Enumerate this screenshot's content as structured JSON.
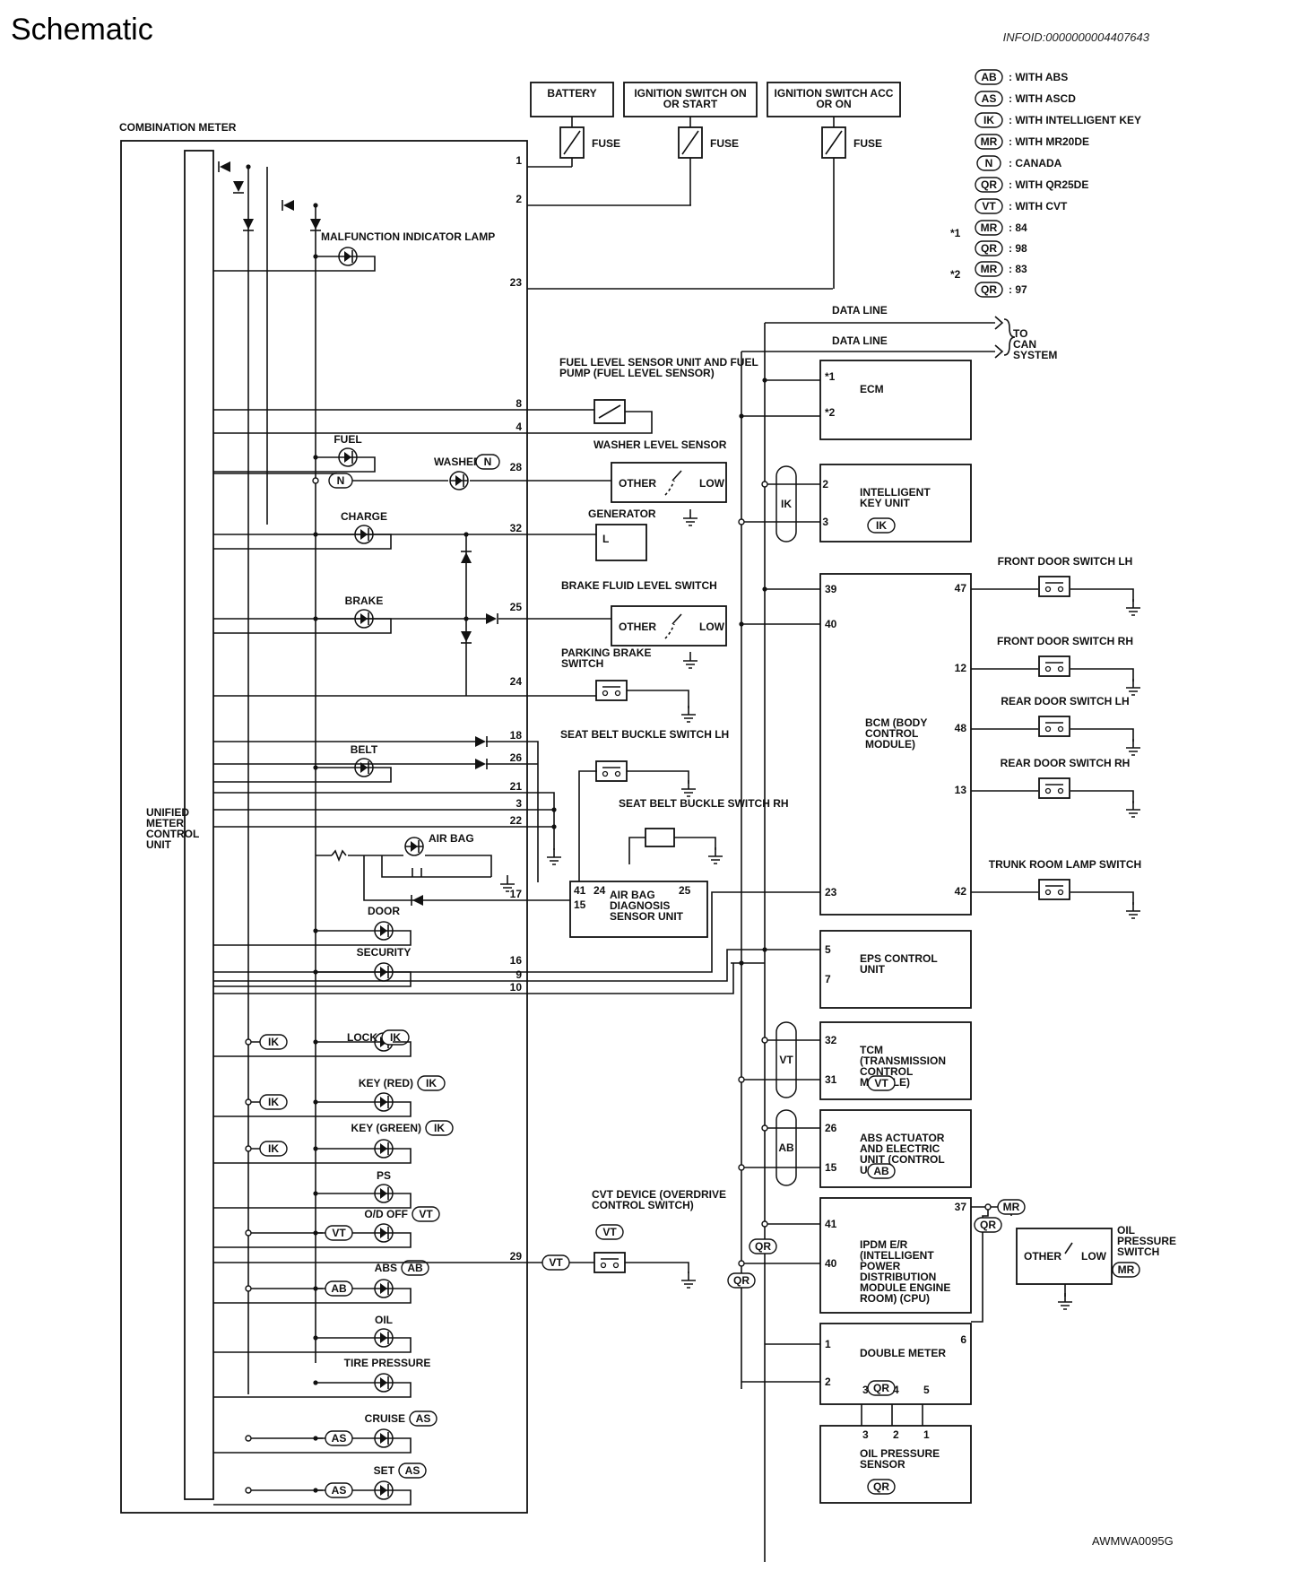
{
  "page": {
    "title": "Schematic",
    "infoid": "INFOID:0000000004407643",
    "footer": "AWMWA0095G"
  },
  "legend": [
    {
      "code": "AB",
      "text": ": WITH ABS"
    },
    {
      "code": "AS",
      "text": ": WITH ASCD"
    },
    {
      "code": "IK",
      "text": ": WITH INTELLIGENT KEY"
    },
    {
      "code": "MR",
      "text": ": WITH MR20DE"
    },
    {
      "code": "N",
      "text": ": CANADA"
    },
    {
      "code": "QR",
      "text": ": WITH QR25DE"
    },
    {
      "code": "VT",
      "text": ": WITH CVT"
    }
  ],
  "footnotes": [
    {
      "mark": "*1",
      "items": [
        {
          "code": "MR",
          "text": ": 84"
        },
        {
          "code": "QR",
          "text": ": 98"
        }
      ]
    },
    {
      "mark": "*2",
      "items": [
        {
          "code": "MR",
          "text": ": 83"
        },
        {
          "code": "QR",
          "text": ": 97"
        }
      ]
    }
  ],
  "power": [
    {
      "name": "battery",
      "label": "BATTERY"
    },
    {
      "name": "ign-on",
      "label": "IGNITION SWITCH ON OR START"
    },
    {
      "name": "ign-acc",
      "label": "IGNITION SWITCH ACC OR ON"
    }
  ],
  "fuse_label": "FUSE",
  "meter": {
    "label": "COMBINATION METER",
    "unit": "UNIFIED METER CONTROL UNIT"
  },
  "meter_pins": [
    "1",
    "2",
    "23",
    "8",
    "4",
    "28",
    "32",
    "25",
    "24",
    "18",
    "26",
    "21",
    "3",
    "22",
    "17",
    "16",
    "9",
    "10",
    "29"
  ],
  "lamps": [
    {
      "name": "malfunction",
      "label": "MALFUNCTION INDICATOR LAMP"
    },
    {
      "name": "fuel",
      "label": "FUEL"
    },
    {
      "name": "washer",
      "label": "WASHER",
      "code": "N"
    },
    {
      "name": "charge",
      "label": "CHARGE"
    },
    {
      "name": "brake",
      "label": "BRAKE"
    },
    {
      "name": "belt",
      "label": "BELT"
    },
    {
      "name": "airbag",
      "label": "AIR BAG"
    },
    {
      "name": "door",
      "label": "DOOR"
    },
    {
      "name": "security",
      "label": "SECURITY"
    },
    {
      "name": "lock",
      "label": "LOCK",
      "code": "IK"
    },
    {
      "name": "key-red",
      "label": "KEY (RED)",
      "code": "IK"
    },
    {
      "name": "key-green",
      "label": "KEY (GREEN)",
      "code": "IK"
    },
    {
      "name": "ps",
      "label": "PS"
    },
    {
      "name": "od-off",
      "label": "O/D OFF",
      "code": "VT"
    },
    {
      "name": "abs",
      "label": "ABS",
      "code": "AB"
    },
    {
      "name": "oil",
      "label": "OIL"
    },
    {
      "name": "tire",
      "label": "TIRE PRESSURE"
    },
    {
      "name": "cruise",
      "label": "CRUISE",
      "code": "AS"
    },
    {
      "name": "set",
      "label": "SET",
      "code": "AS"
    }
  ],
  "branch_codes": [
    "N",
    "IK",
    "IK",
    "IK",
    "VT",
    "AB",
    "AS",
    "AS"
  ],
  "sensors": {
    "fuel_level": "FUEL LEVEL SENSOR UNIT AND FUEL PUMP (FUEL LEVEL SENSOR)",
    "washer_level": "WASHER LEVEL SENSOR",
    "generator": "GENERATOR",
    "generator_pin": "L",
    "brake_fluid": "BRAKE FLUID LEVEL SWITCH",
    "parking_brake": "PARKING BRAKE SWITCH",
    "belt_lh": "SEAT BELT BUCKLE SWITCH LH",
    "belt_rh": "SEAT BELT BUCKLE SWITCH RH",
    "airbag_unit": "AIR BAG DIAGNOSIS SENSOR UNIT",
    "airbag_pins": [
      "41",
      "24",
      "25",
      "15"
    ],
    "cvt_device": "CVT DEVICE (OVERDRIVE CONTROL SWITCH)",
    "cvt_code": "VT",
    "other": "OTHER",
    "low": "LOW"
  },
  "data_lines": [
    "DATA LINE",
    "DATA LINE"
  ],
  "can_label": "TO CAN SYSTEM",
  "modules": [
    {
      "name": "ecm",
      "label": "ECM",
      "pins": [
        "*1",
        "*2"
      ]
    },
    {
      "name": "intelligent-key",
      "label": "INTELLIGENT KEY UNIT",
      "code": "IK",
      "pins": [
        "2",
        "3"
      ]
    },
    {
      "name": "bcm",
      "label": "BCM (BODY CONTROL MODULE)",
      "pins": [
        "39",
        "40",
        "23",
        "47",
        "12",
        "48",
        "13",
        "42"
      ]
    },
    {
      "name": "eps",
      "label": "EPS CONTROL UNIT",
      "pins": [
        "5",
        "7"
      ]
    },
    {
      "name": "tcm",
      "label": "TCM (TRANSMISSION CONTROL MODULE)",
      "code": "VT",
      "pins": [
        "32",
        "31"
      ]
    },
    {
      "name": "abs-actuator",
      "label": "ABS ACTUATOR AND ELECTRIC UNIT (CONTROL UNIT)",
      "code": "AB",
      "pins": [
        "26",
        "15"
      ]
    },
    {
      "name": "ipdm",
      "label": "IPDM E/R (INTELLIGENT POWER DISTRIBUTION MODULE ENGINE ROOM) (CPU)",
      "pins": [
        "41",
        "40",
        "37"
      ]
    },
    {
      "name": "double-meter",
      "label": "DOUBLE METER",
      "code": "QR",
      "pins": [
        "6",
        "1",
        "2",
        "3",
        "4",
        "5"
      ]
    },
    {
      "name": "oil-pressure-sensor",
      "label": "OIL PRESSURE SENSOR",
      "code": "QR",
      "pins": [
        "3",
        "2",
        "1"
      ]
    }
  ],
  "bus_codes": {
    "ik": "IK",
    "vt": "VT",
    "ab": "AB",
    "qr1": "QR",
    "qr2": "QR",
    "mr": "MR",
    "qr3": "QR"
  },
  "door_switches": [
    {
      "name": "front-door-lh",
      "label": "FRONT DOOR SWITCH LH"
    },
    {
      "name": "front-door-rh",
      "label": "FRONT DOOR SWITCH RH"
    },
    {
      "name": "rear-door-lh",
      "label": "REAR DOOR SWITCH LH"
    },
    {
      "name": "rear-door-rh",
      "label": "REAR DOOR SWITCH RH"
    },
    {
      "name": "trunk-room-lamp",
      "label": "TRUNK ROOM LAMP SWITCH"
    }
  ],
  "oil_switch": {
    "label": "OIL PRESSURE SWITCH",
    "code": "MR"
  }
}
